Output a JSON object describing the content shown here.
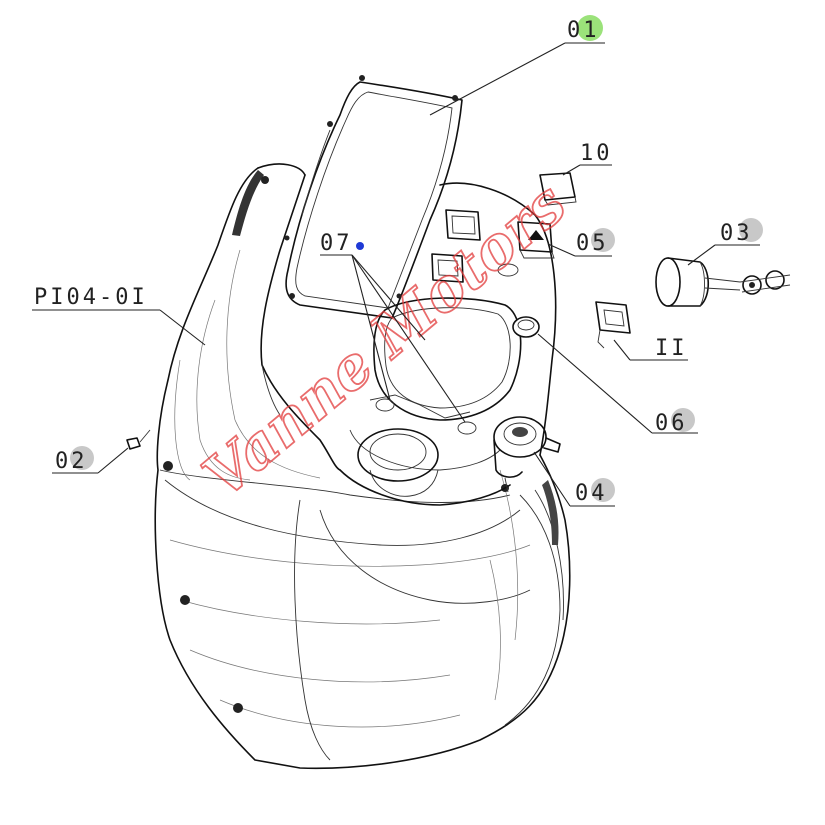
{
  "diagram": {
    "callouts": [
      {
        "id": "callout-01",
        "text": "01",
        "highlight": true
      },
      {
        "id": "callout-10",
        "text": "10",
        "highlight": false
      },
      {
        "id": "callout-05",
        "text": "05",
        "highlight": false
      },
      {
        "id": "callout-03",
        "text": "03",
        "highlight": false
      },
      {
        "id": "callout-07",
        "text": "07",
        "highlight": false
      },
      {
        "id": "callout-p104",
        "text": "PI04-0I",
        "highlight": false
      },
      {
        "id": "callout-11",
        "text": "II",
        "highlight": false
      },
      {
        "id": "callout-06",
        "text": "06",
        "highlight": false
      },
      {
        "id": "callout-02",
        "text": "02",
        "highlight": false
      },
      {
        "id": "callout-04",
        "text": "04",
        "highlight": false
      }
    ],
    "colors": {
      "bubble": "#c8c8c8",
      "bubble_highlight": "#9be27a",
      "marker": "#1f3ad6",
      "watermark": "#e23b3b"
    },
    "watermark_text": "Vanne Motors"
  }
}
